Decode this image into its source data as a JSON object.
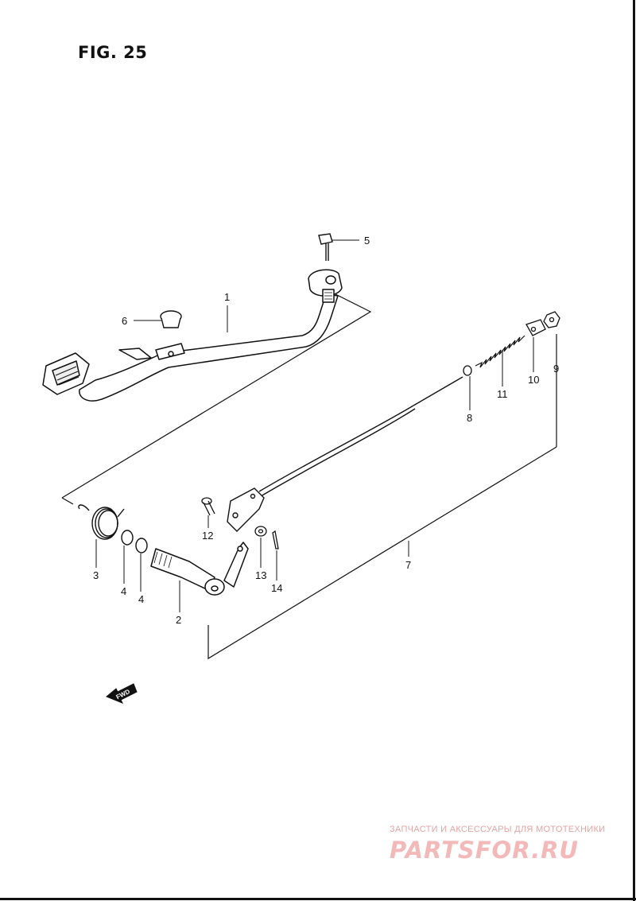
{
  "figure": {
    "title": "FIG. 25"
  },
  "callouts": [
    {
      "id": "1",
      "label": "1"
    },
    {
      "id": "2",
      "label": "2"
    },
    {
      "id": "3",
      "label": "3"
    },
    {
      "id": "4a",
      "label": "4"
    },
    {
      "id": "4b",
      "label": "4"
    },
    {
      "id": "5",
      "label": "5"
    },
    {
      "id": "6",
      "label": "6"
    },
    {
      "id": "7",
      "label": "7"
    },
    {
      "id": "8",
      "label": "8"
    },
    {
      "id": "9",
      "label": "9"
    },
    {
      "id": "10",
      "label": "10"
    },
    {
      "id": "11",
      "label": "11"
    },
    {
      "id": "12",
      "label": "12"
    },
    {
      "id": "13",
      "label": "13"
    },
    {
      "id": "14",
      "label": "14"
    }
  ],
  "direction_marker": {
    "text": "FWD",
    "icon": "fwd-arrow-icon"
  },
  "watermark": {
    "tagline": "ЗАПЧАСТИ И АКСЕССУАРЫ ДЛЯ МОТОТЕХНИКИ",
    "brand": "PARTSFOR.RU",
    "color": "#f3b9b9"
  }
}
